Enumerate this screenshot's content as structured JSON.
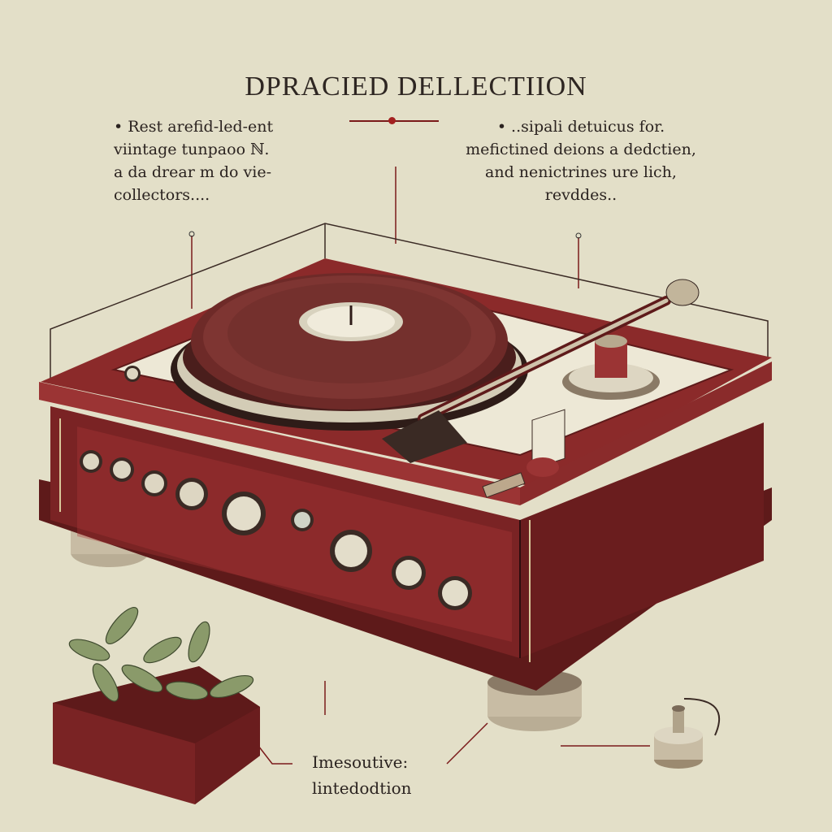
{
  "title": "DPRACIED DELLECTIION",
  "callouts": {
    "left": {
      "lines": [
        "• Rest arefid-led-ent",
        "viintage tunpaoo ℕ.",
        "a da drear m do vie-",
        "collectors...."
      ]
    },
    "right": {
      "lines": [
        "• ..sipali detuicus for.",
        "mefictined deions a dedctien,",
        "and nenictrines ure lich,",
        "revddes.."
      ]
    },
    "bottom": {
      "lines": [
        "Imesoutive:",
        "lintedodtion"
      ]
    }
  },
  "colors": {
    "background": "#e3dfc8",
    "wood": "#7a2324",
    "wood_dark": "#4e1414",
    "accent_red": "#a32020",
    "metal": "#cfcab8",
    "plant": "#8a9a6a"
  },
  "icons": [
    "turntable-illustration",
    "tonearm",
    "control-knob",
    "potted-plant",
    "cartridge-accessory"
  ]
}
